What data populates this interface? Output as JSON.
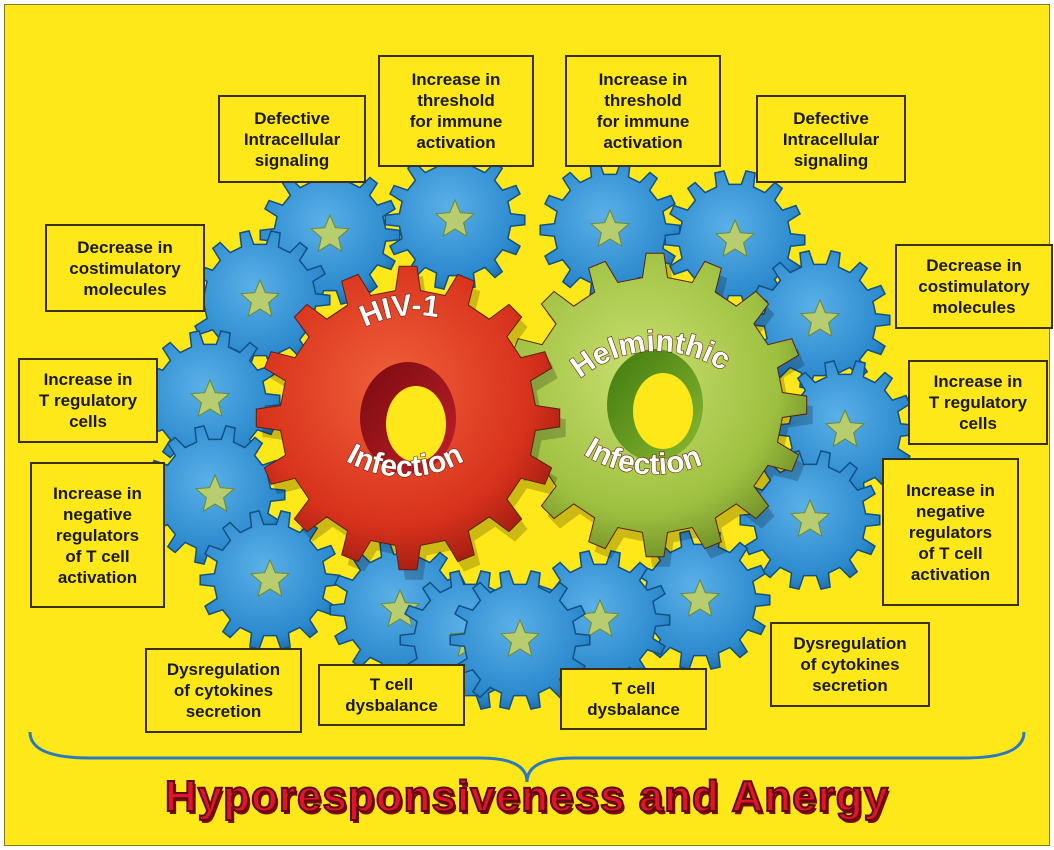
{
  "gears": {
    "left_label_top": "HIV-1",
    "left_label_bottom": "Infection",
    "right_label_top": "Helminthic",
    "right_label_bottom": "Infection",
    "colors": {
      "hiv": "#e23a22",
      "helminth": "#a8c84a",
      "small_gear": "#2f8fd0",
      "background": "#ffe81a",
      "title": "#e0142a"
    }
  },
  "left_boxes": [
    {
      "id": "defective-signaling",
      "text": "Defective\nIntracellular\nsignaling"
    },
    {
      "id": "threshold",
      "text": "Increase in\nthreshold\nfor immune\nactivation"
    },
    {
      "id": "costimulatory",
      "text": "Decrease in\ncostimulatory\nmolecules"
    },
    {
      "id": "t-regulatory",
      "text": "Increase in\nT regulatory\ncells"
    },
    {
      "id": "negative-regulators",
      "text": "Increase in\nnegative\nregulators\nof T cell\nactivation"
    },
    {
      "id": "cytokines",
      "text": "Dysregulation\nof cytokines\nsecretion"
    },
    {
      "id": "dysbalance",
      "text": "T cell\ndysbalance"
    }
  ],
  "right_boxes": [
    {
      "id": "threshold",
      "text": "Increase in\nthreshold\nfor immune\nactivation"
    },
    {
      "id": "defective-signaling",
      "text": "Defective\nIntracellular\nsignaling"
    },
    {
      "id": "costimulatory",
      "text": "Decrease in\ncostimulatory\nmolecules"
    },
    {
      "id": "t-regulatory",
      "text": "Increase in\nT regulatory\ncells"
    },
    {
      "id": "negative-regulators",
      "text": "Increase in\nnegative\nregulators\nof T cell\nactivation"
    },
    {
      "id": "cytokines",
      "text": "Dysregulation\nof cytokines\nsecretion"
    },
    {
      "id": "dysbalance",
      "text": "T cell\ndysbalance"
    }
  ],
  "conclusion": "Hyporesponsiveness and Anergy"
}
